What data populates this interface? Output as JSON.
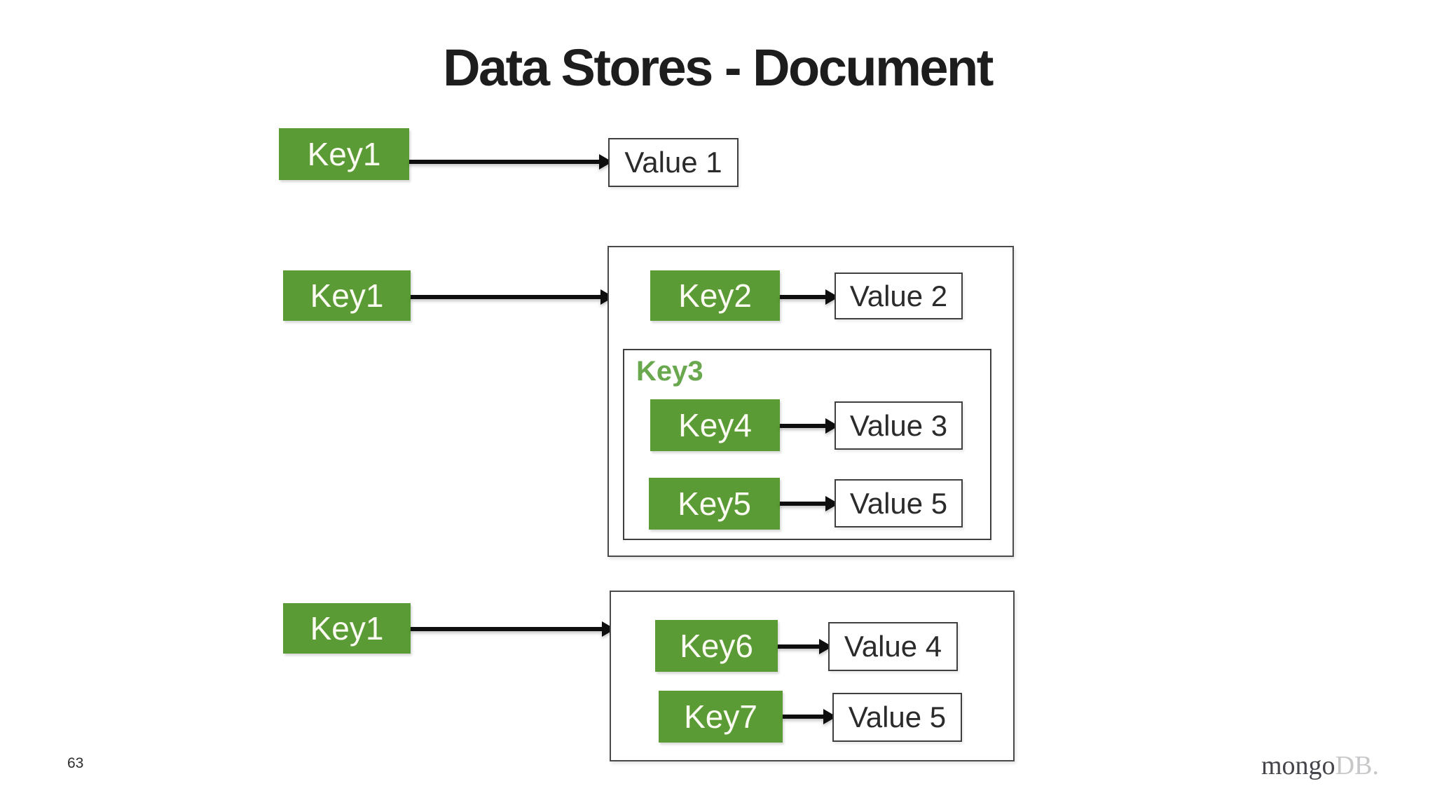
{
  "slide": {
    "title": "Data Stores - Document",
    "page_number": "63",
    "logo": {
      "primary": "mongo",
      "secondary": "DB",
      "period": "."
    }
  },
  "colors": {
    "key_box": "#5b9b35",
    "key3_label": "#69a84e",
    "arrow": "#0e0e0e",
    "box_border": "#3f3f3f",
    "title_text": "#1d1d1d"
  },
  "diagram": {
    "group1": {
      "key": "Key1",
      "value": "Value 1"
    },
    "group2": {
      "key": "Key1",
      "pair1": {
        "key": "Key2",
        "value": "Value 2"
      },
      "nested": {
        "label": "Key3",
        "pair1": {
          "key": "Key4",
          "value": "Value 3"
        },
        "pair2": {
          "key": "Key5",
          "value": "Value 5"
        }
      }
    },
    "group3": {
      "key": "Key1",
      "pair1": {
        "key": "Key6",
        "value": "Value 4"
      },
      "pair2": {
        "key": "Key7",
        "value": "Value 5"
      }
    }
  }
}
